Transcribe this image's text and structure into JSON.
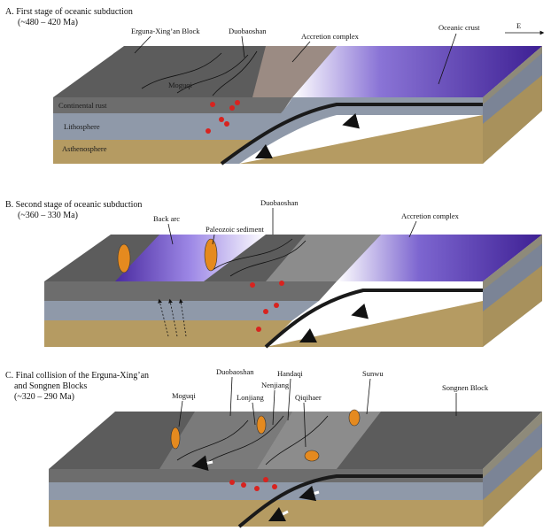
{
  "panelA": {
    "title_line1": "A. First stage of oceanic subduction",
    "title_line2": "(~480 – 420 Ma)",
    "labels": {
      "block": "Erguna-Xing’an Block",
      "duobaoshan": "Duobaoshan",
      "accretion": "Accretion complex",
      "oceanic_crust": "Oceanic crust",
      "moguqi": "Moguqi",
      "continental_crust": "Continental rust",
      "lithosphere": "Lithosphere",
      "asthenosphere": "Asthenosphere"
    },
    "compass": "E"
  },
  "panelB": {
    "title_line1": "B. Second stage of oceanic subduction",
    "title_line2": "(~360 – 330 Ma)",
    "labels": {
      "duobaoshan": "Duobaoshan",
      "back_arc": "Back arc",
      "paleozoic": "Paleozoic sediment",
      "accretion": "Accretion complex"
    }
  },
  "panelC": {
    "title_line1": "C. Final collision of the Erguna-Xing’an",
    "title_line2": "and Songnen Blocks",
    "title_line3": "(~320 – 290 Ma)",
    "labels": {
      "duobaoshan": "Duobaoshan",
      "handaqi": "Handaqi",
      "nenjiang": "Nenjiang",
      "sunwu": "Sunwu",
      "moguqi": "Moguqi",
      "lonjiang": "Lonjiang",
      "qiqihaer": "Qiqihaer",
      "songnen": "Songnen Block"
    }
  },
  "colors": {
    "crust_top": "#5a5a5a",
    "continental": "#6b6b6b",
    "lithosphere": "#8e98a8",
    "asthenosphere": "#b59b62",
    "accretion": "#9a8b82",
    "ocean": "#4b2a9a",
    "slab": "#2a2a2a",
    "magma": "#d8231f",
    "sediment": "#e58a1f"
  }
}
